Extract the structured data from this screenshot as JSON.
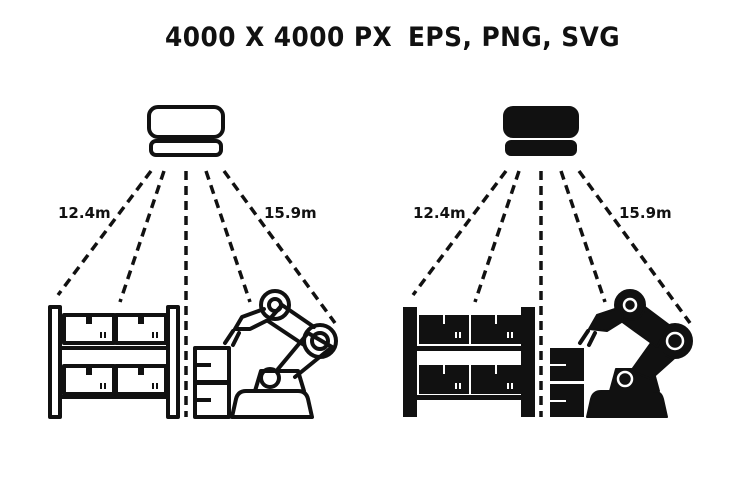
{
  "header": {
    "size_text": "4000 X 4000 PX",
    "formats_text": "EPS, PNG, SVG"
  },
  "icons": {
    "outline": {
      "left_distance": "12.4m",
      "right_distance": "15.9m"
    },
    "solid": {
      "left_distance": "12.4m",
      "right_distance": "15.9m"
    }
  },
  "colors": {
    "ink": "#111111",
    "background": "#ffffff"
  },
  "icon_names": [
    "ceiling-scanner-icon",
    "warehouse-shelf-icon",
    "robot-arm-icon",
    "stacked-boxes-icon"
  ]
}
